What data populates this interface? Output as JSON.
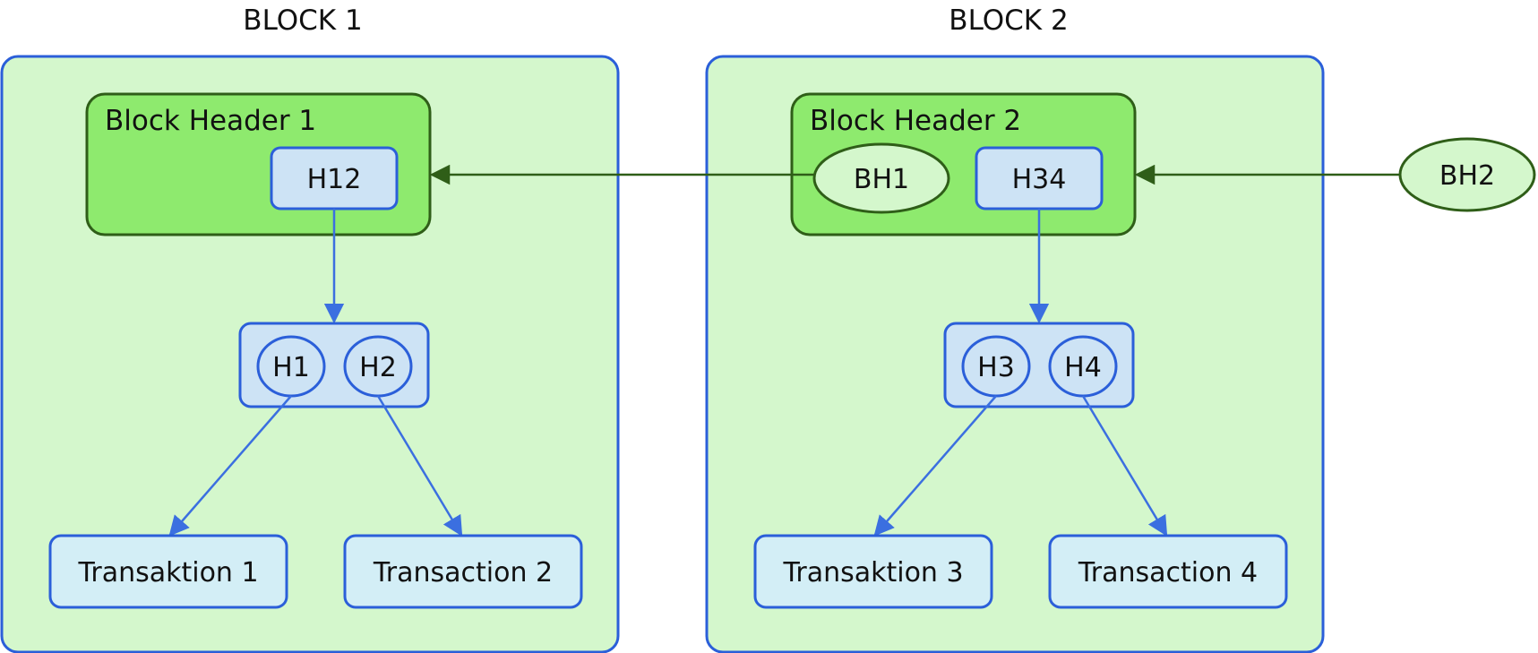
{
  "blocks": [
    {
      "title": "BLOCK 1",
      "header": {
        "title": "Block Header 1",
        "hash": "H12"
      },
      "hashes": [
        "H1",
        "H2"
      ],
      "transactions": [
        "Transaktion 1",
        "Transaction 2"
      ]
    },
    {
      "title": "BLOCK 2",
      "header": {
        "title": "Block Header 2",
        "prev": "BH1",
        "hash": "H34"
      },
      "hashes": [
        "H3",
        "H4"
      ],
      "transactions": [
        "Transaktion 3",
        "Transaction 4"
      ]
    }
  ],
  "external": {
    "bh2": "BH2"
  },
  "colors": {
    "block_fill": "#d4f7cc",
    "block_stroke": "#2b5fd9",
    "header_fill": "#8eea6e",
    "header_stroke": "#2f5e18",
    "node_fill": "#cde3f5",
    "node_stroke": "#2b5fd9",
    "tx_fill": "#d3eef6",
    "green_arrow": "#2f5e18",
    "blue_arrow": "#3b6fe0",
    "ellipse_fill": "#d4f7cc"
  }
}
